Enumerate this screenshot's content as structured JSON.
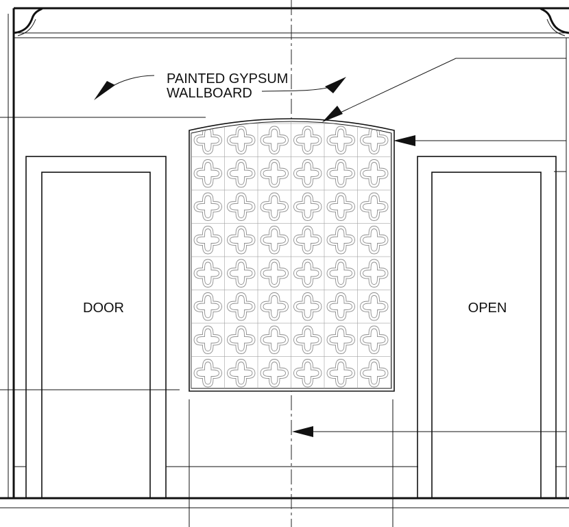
{
  "notes": {
    "wall_line1": "PAINTED GYPSUM",
    "wall_line2": "WALLBOARD"
  },
  "openings": {
    "left": "DOOR",
    "right": "OPEN"
  },
  "colors": {
    "ink": "#111111",
    "tile_pattern": "#8c8c8c",
    "panel_fill": "#f7f7f7"
  }
}
